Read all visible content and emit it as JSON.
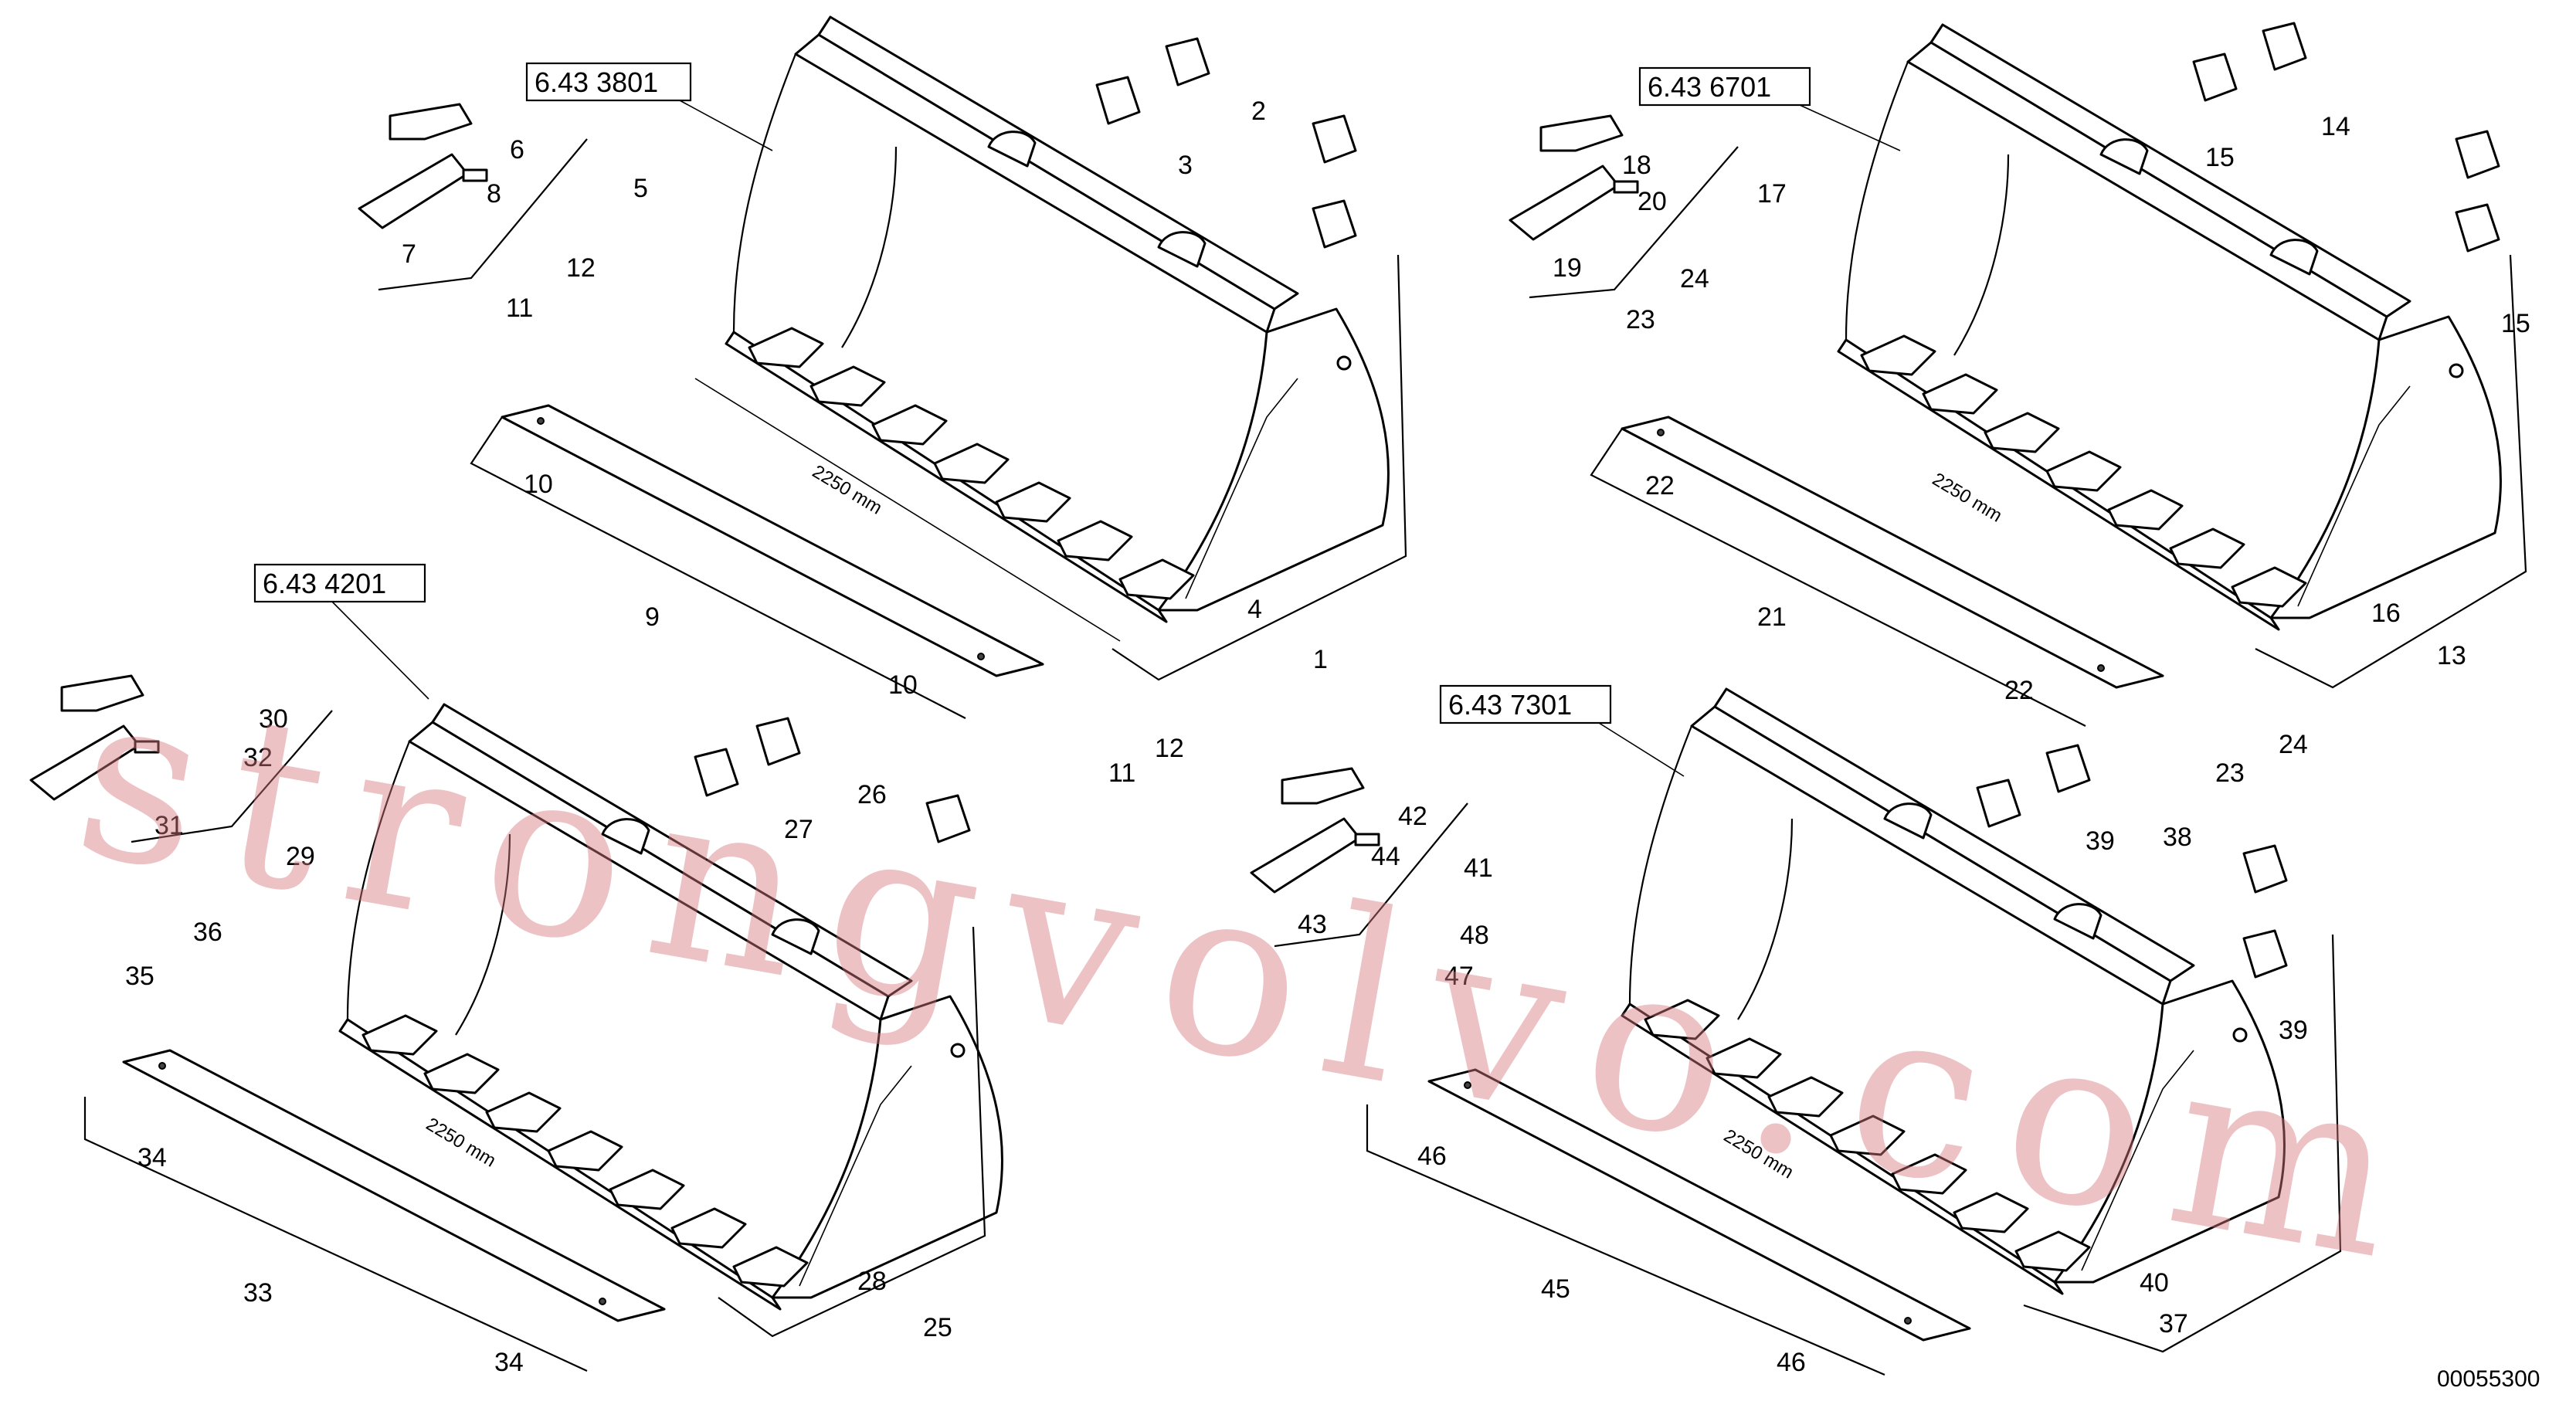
{
  "drawing_number": "00055300",
  "watermark": "strongvolvo.com",
  "assemblies": [
    {
      "ref": "6.43 3801",
      "dimension": "2250 mm",
      "labels": [
        "1",
        "2",
        "3",
        "4",
        "5",
        "6",
        "7",
        "8",
        "9",
        "10",
        "10",
        "11",
        "11",
        "12",
        "12"
      ]
    },
    {
      "ref": "6.43 6701",
      "dimension": "2250 mm",
      "labels": [
        "13",
        "14",
        "15",
        "15",
        "16",
        "17",
        "18",
        "19",
        "20",
        "21",
        "22",
        "22",
        "23",
        "23",
        "24",
        "24"
      ]
    },
    {
      "ref": "6.43 4201",
      "dimension": "2250 mm",
      "labels": [
        "25",
        "26",
        "27",
        "28",
        "29",
        "30",
        "31",
        "32",
        "33",
        "34",
        "34",
        "35",
        "36"
      ]
    },
    {
      "ref": "6.43 7301",
      "dimension": "2250 mm",
      "labels": [
        "37",
        "38",
        "39",
        "39",
        "40",
        "41",
        "42",
        "43",
        "44",
        "45",
        "46",
        "46",
        "47",
        "48"
      ]
    }
  ]
}
